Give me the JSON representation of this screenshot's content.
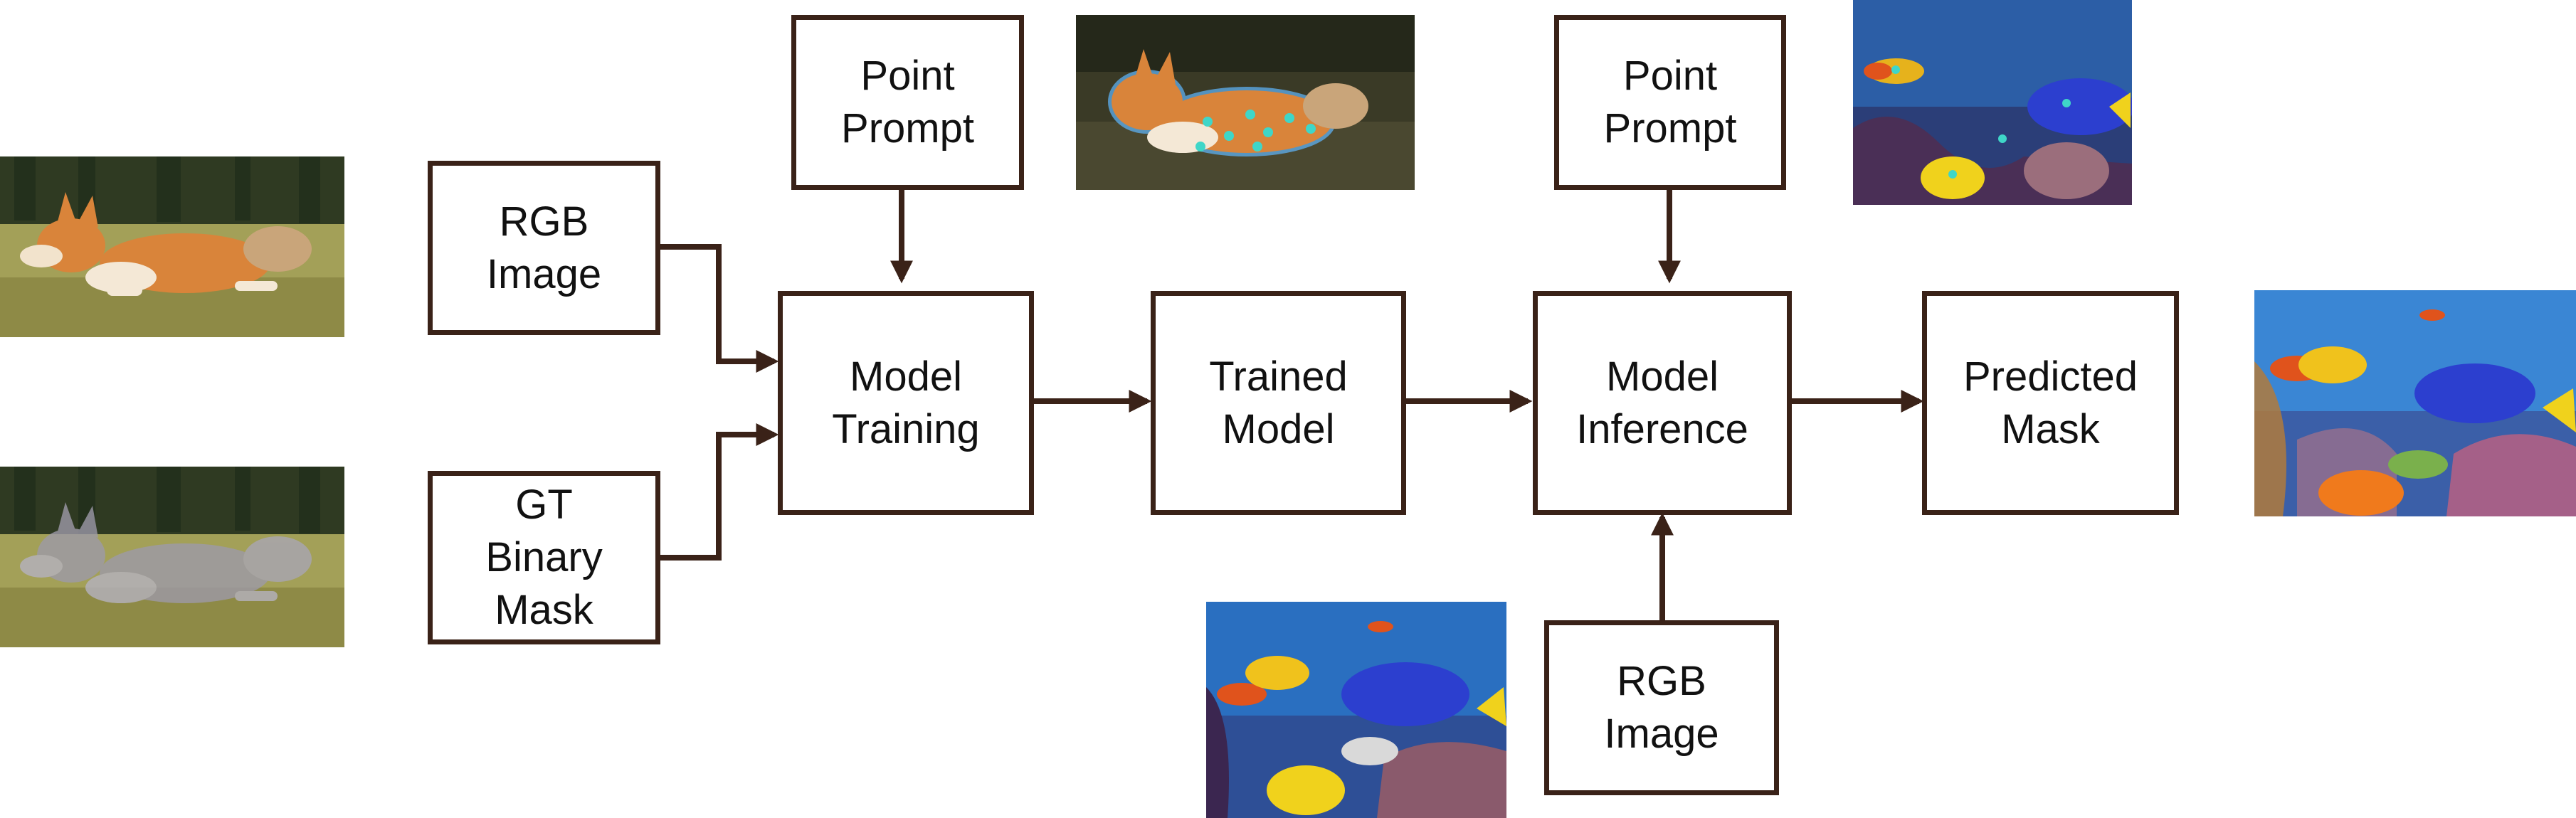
{
  "boxes": {
    "rgb_image_train": "RGB\nImage",
    "gt_binary_mask": "GT\nBinary\nMask",
    "point_prompt_train": "Point\nPrompt",
    "model_training": "Model\nTraining",
    "trained_model": "Trained\nModel",
    "point_prompt_infer": "Point\nPrompt",
    "model_inference": "Model\nInference",
    "predicted_mask": "Predicted\nMask",
    "rgb_image_infer": "RGB\nImage"
  },
  "images": [
    "corgi-photo",
    "corgi-binary-mask-photo",
    "corgi-point-prompt-photo",
    "fish-point-prompt-photo",
    "fish-reef-photo",
    "fish-predicted-mask-photo"
  ],
  "colors": {
    "stroke": "#3a2218",
    "prompt_point": "#3fd6c8",
    "mask_glow": "#5fb8ff"
  }
}
